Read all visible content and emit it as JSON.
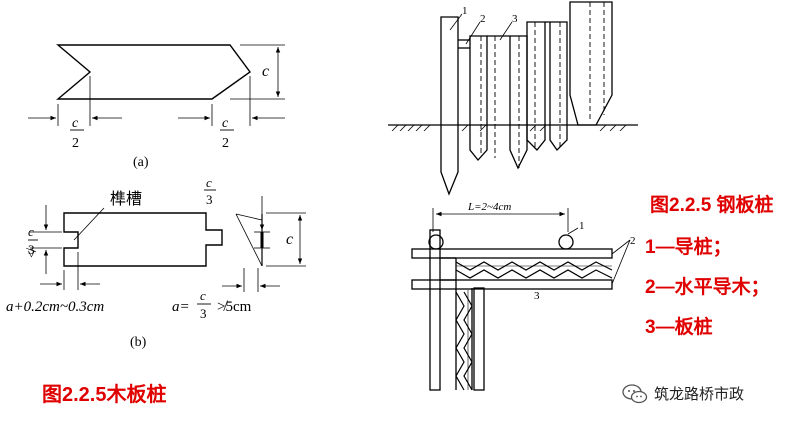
{
  "labels": {
    "a": "(a)",
    "b": "(b)",
    "c": "c",
    "two": "2",
    "three": "3",
    "mortise": "榫槽",
    "a_formula_left": "a+0.2cm~0.3cm",
    "a_formula_right_prefix": "a=",
    "a_formula_right_suffix": "≯5cm",
    "le": "≮",
    "num1": "1",
    "num2": "2",
    "num3": "3",
    "L_range": "L=2~4cm"
  },
  "captions": {
    "wood": "图2.2.5木板桩",
    "steel_title": "图2.2.5  钢板桩",
    "steel_1": "1—导桩；",
    "steel_2": "2—水平导木；",
    "steel_3": "3—板桩"
  },
  "watermark": {
    "text": "筑龙路桥市政",
    "icon": "wechat-icon"
  },
  "colors": {
    "caption_red": "#e00000",
    "line": "#000000"
  }
}
